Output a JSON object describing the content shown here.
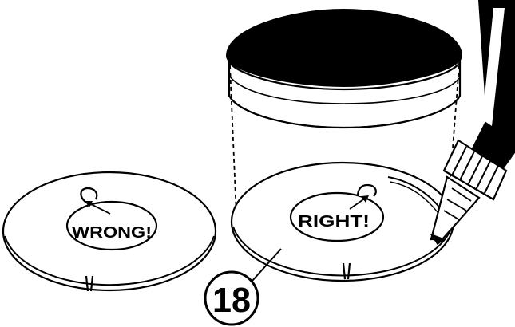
{
  "labels": {
    "wrong": "WRONG!",
    "right": "RIGHT!"
  },
  "step_number": "18",
  "colors": {
    "ink": "#000000",
    "paper": "#ffffff"
  }
}
